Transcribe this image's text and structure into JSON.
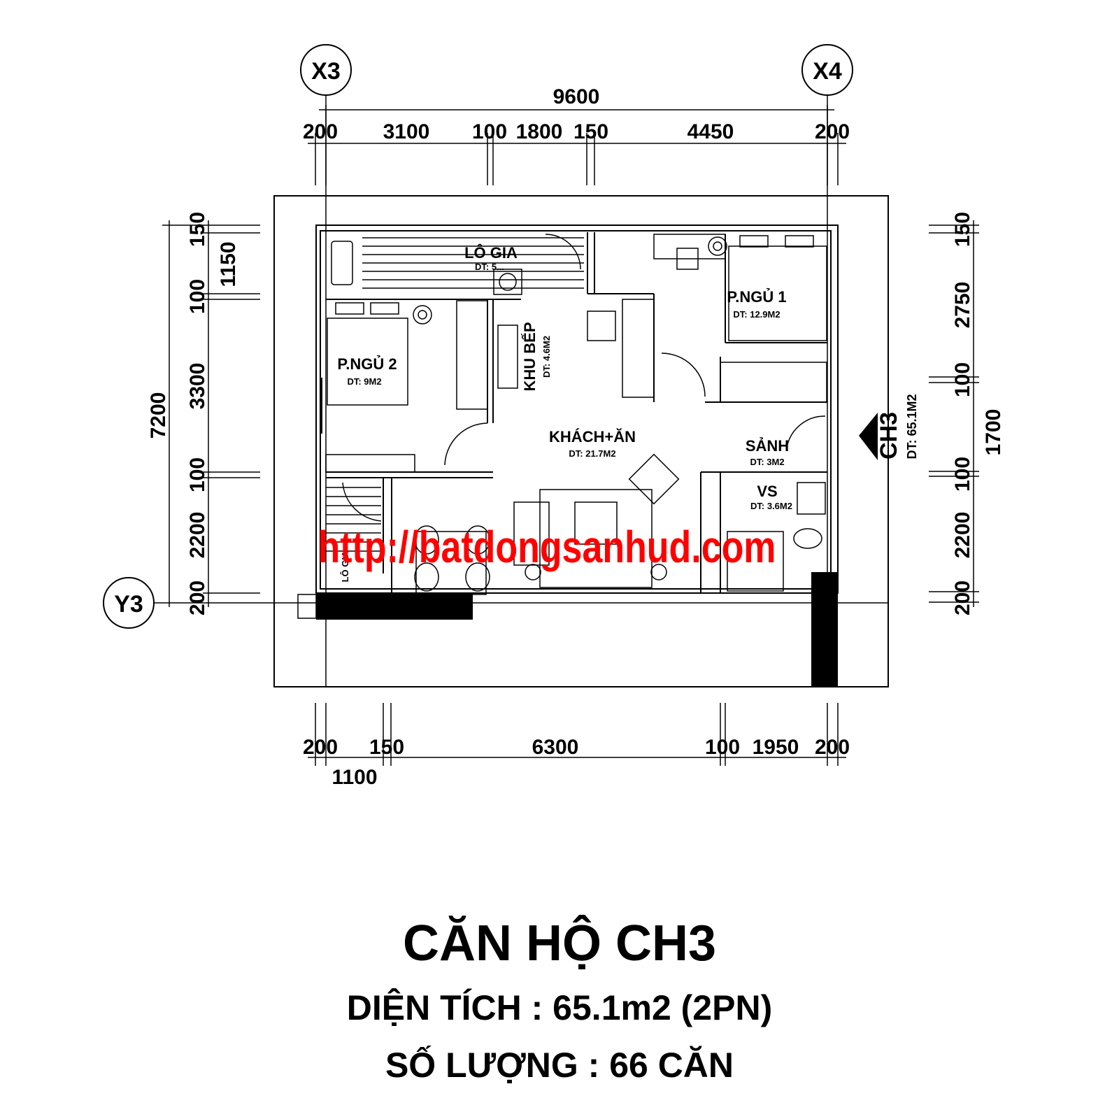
{
  "axes": {
    "x_left": "X3",
    "x_right": "X4",
    "y": "Y3"
  },
  "dimensions": {
    "top_total": "9600",
    "top": [
      "200",
      "3100",
      "100",
      "1800",
      "150",
      "4450",
      "200"
    ],
    "bottom": [
      "200",
      "150",
      "6300",
      "100",
      "1950",
      "200"
    ],
    "bottom_sub": "1100",
    "left_total": "7200",
    "left": [
      "150",
      "1150",
      "100",
      "3300",
      "100",
      "2200",
      "200"
    ],
    "right": [
      "150",
      "2750",
      "100",
      "1700",
      "100",
      "2200",
      "200"
    ]
  },
  "rooms": {
    "loggia": {
      "name": "LÔ GIA",
      "area": "DT: 5..."
    },
    "bedroom2": {
      "name": "P.NGỦ 2",
      "area": "DT: 9M2"
    },
    "kitchen": {
      "name": "KHU BẾP",
      "area": "DT: 4.6M2"
    },
    "bedroom1": {
      "name": "P.NGỦ 1",
      "area": "DT: 12.9M2"
    },
    "living": {
      "name": "KHÁCH+ĂN",
      "area": "DT: 21.7M2"
    },
    "lobby": {
      "name": "SẢNH",
      "area": "DT: 3M2"
    },
    "wc": {
      "name": "VS",
      "area": "DT: 3.6M2"
    },
    "loggia2": {
      "name": "LÔ GIA"
    }
  },
  "unit_tag": {
    "name": "CH3",
    "area": "DT: 65.1M2"
  },
  "watermark": "http://batdongsanhud.com",
  "title": {
    "heading": "CĂN HỘ CH3",
    "area_line": "DIỆN TÍCH  : 65.1m2 (2PN)",
    "count_line": "SỐ LƯỢNG : 66 CĂN"
  }
}
